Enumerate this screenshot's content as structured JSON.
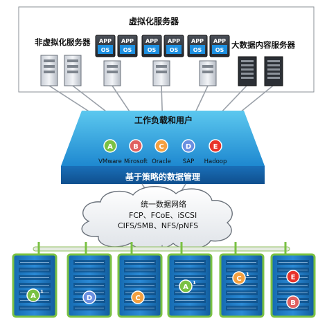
{
  "server_zone": {
    "title": "虚拟化服务器",
    "left_label": "非虚拟化服务器",
    "right_label": "大数据内容服务器",
    "vm_app": "APP",
    "vm_os": "OS"
  },
  "platform": {
    "title": "工作负载和用户",
    "footer": "基于策略的数据管理",
    "workloads": [
      {
        "letter": "A",
        "name": "VMware",
        "color": "#7ac143"
      },
      {
        "letter": "B",
        "name": "Mirosoft",
        "color": "#e06060"
      },
      {
        "letter": "C",
        "name": "Oracle",
        "color": "#f4a040"
      },
      {
        "letter": "D",
        "name": "SAP",
        "color": "#6b8fe0"
      },
      {
        "letter": "E",
        "name": "Hadoop",
        "color": "#e8332a"
      }
    ]
  },
  "cloud": {
    "line1": "统一数据网络",
    "line2": "FCP、FCoE、iSCSI",
    "line3": "CIFS/SMB、NFS/pNFS"
  },
  "storage": {
    "badges": [
      "A1",
      "D",
      "C",
      "A1",
      "C1",
      "E",
      "B"
    ]
  },
  "colors": {
    "platform_top": "#2fa8e0",
    "platform_bottom": "#1e73be",
    "storage_border": "#7ac143",
    "storage_body": "#1a78c2"
  }
}
